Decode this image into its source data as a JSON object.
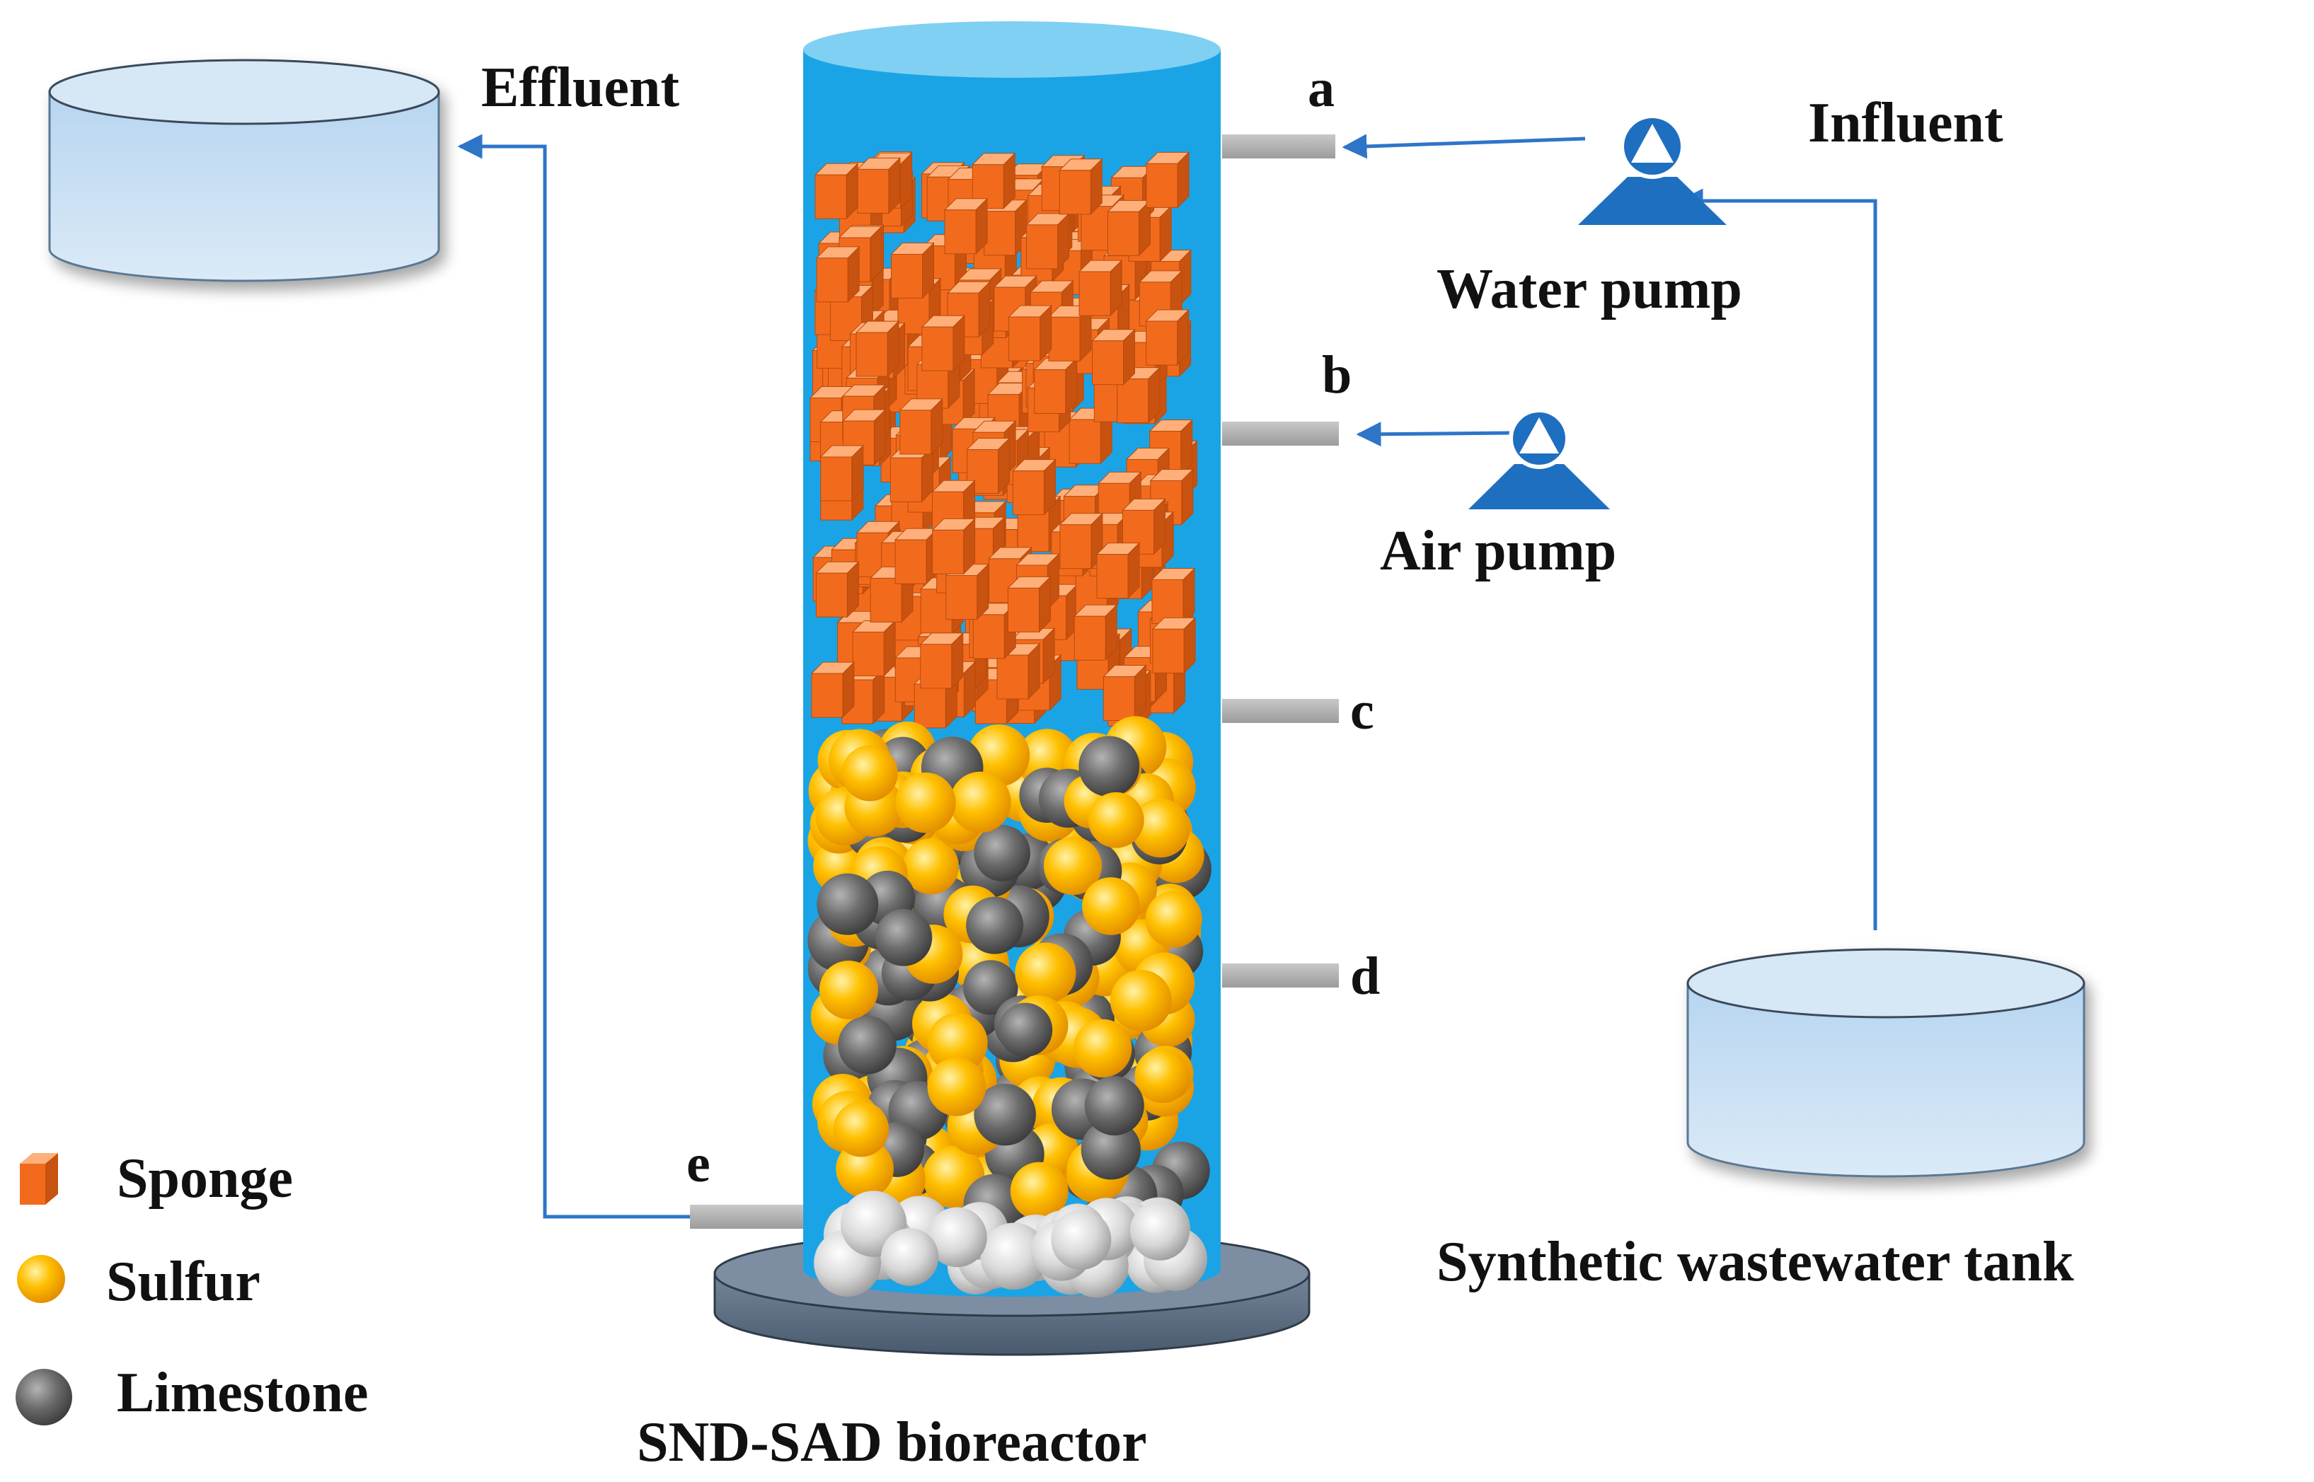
{
  "labels": {
    "effluent": "Effluent",
    "influent": "Influent",
    "water_pump": "Water pump",
    "air_pump": "Air pump",
    "wastewater_tank": "Synthetic wastewater tank",
    "bioreactor": "SND-SAD bioreactor"
  },
  "ports": {
    "a": "a",
    "b": "b",
    "c": "c",
    "d": "d",
    "e": "e"
  },
  "legend": {
    "sponge": "Sponge",
    "sulfur": "Sulfur",
    "limestone": "Limestone"
  },
  "colors": {
    "reactor_water": "#1aa4e6",
    "reactor_top": "#7fd0f2",
    "sponge": "#f26b1d",
    "sulfur": "#ffc000",
    "limestone": "#707070",
    "support_stone": "#d6d6d6",
    "pipe": "#2e75c8",
    "pump": "#1f6fc0",
    "tank": "#c4def3",
    "base": "#5b6e84"
  }
}
